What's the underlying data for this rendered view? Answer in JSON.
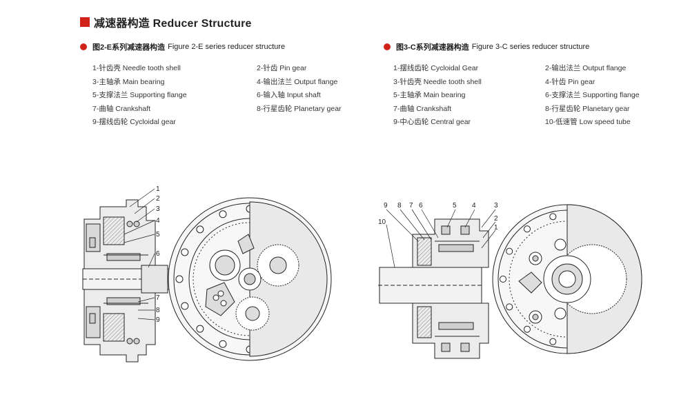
{
  "header": {
    "title": "减速器构造 Reducer Structure"
  },
  "fig2": {
    "title_cn": "图2-E系列减速器构造",
    "title_en": "Figure 2-E series reducer structure",
    "parts_left": [
      "1-针齿壳 Needle tooth shell",
      "3-主轴承 Main bearing",
      "5-支撑法兰 Supporting flange",
      "7-曲轴 Crankshaft",
      "9-摆线齿轮 Cycloidal gear"
    ],
    "parts_right": [
      "2-针齿 Pin gear",
      "4-输出法兰 Output flange",
      "6-输入轴 Input shaft",
      "8-行星齿轮 Planetary gear"
    ],
    "callouts": [
      "1",
      "2",
      "3",
      "4",
      "5",
      "6",
      "7",
      "8",
      "9"
    ]
  },
  "fig3": {
    "title_cn": "图3-C系列减速器构造",
    "title_en": "Figure 3-C series reducer structure",
    "parts_left": [
      "1-摆线齿轮 Cycloidal Gear",
      "3-针齿壳 Needle tooth shell",
      "5-主轴承 Main bearing",
      "7-曲轴 Crankshaft",
      "9-中心齿轮 Central gear"
    ],
    "parts_right": [
      "2-输出法兰 Output flange",
      "4-针齿 Pin gear",
      "6-支撑法兰 Supporting flange",
      "8-行星齿轮 Planetary gear",
      "10-低速管 Low speed tube"
    ],
    "callouts_top": [
      "9",
      "8",
      "7",
      "6",
      "5",
      "4",
      "3"
    ],
    "callouts_side": [
      "10",
      "2",
      "1"
    ]
  },
  "colors": {
    "accent": "#d2231b",
    "line": "#222222",
    "fill": "#d9d9d9"
  }
}
